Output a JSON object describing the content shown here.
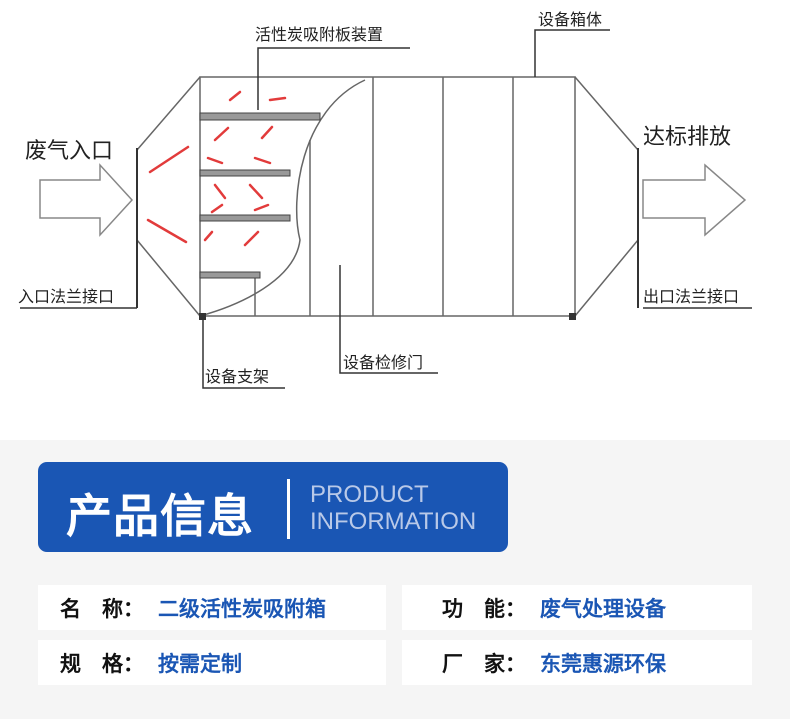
{
  "diagram": {
    "labels": {
      "adsorption_plate": "活性炭吸附板装置",
      "housing": "设备箱体",
      "inlet": "废气入口",
      "outlet": "达标排放",
      "inlet_flange": "入口法兰接口",
      "outlet_flange": "出口法兰接口",
      "support": "设备支架",
      "access_door": "设备检修门"
    },
    "colors": {
      "airflow": "#e23b3b",
      "line": "#555555"
    }
  },
  "banner": {
    "title": "产品信息",
    "en_line1": "PRODUCT",
    "en_line2": "INFORMATION",
    "color": "#1a56b4"
  },
  "info": [
    {
      "key": "名　称：",
      "value": "二级活性炭吸附箱"
    },
    {
      "key": "功　能：",
      "value": "废气处理设备"
    },
    {
      "key": "规　格：",
      "value": "按需定制"
    },
    {
      "key": "厂　家：",
      "value": "东莞惠源环保"
    }
  ]
}
